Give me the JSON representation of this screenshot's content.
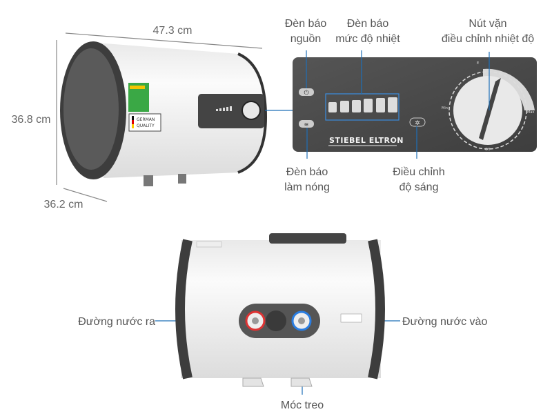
{
  "dimensions": {
    "width": "47.3 cm",
    "height": "36.8 cm",
    "depth": "36.2 cm"
  },
  "callouts": {
    "power_light": [
      "Đèn báo",
      "nguồn"
    ],
    "temp_level_light": [
      "Đèn báo",
      "mức độ nhiệt"
    ],
    "temp_knob": [
      "Nút vặn",
      "điều chỉnh nhiệt độ"
    ],
    "heating_light": [
      "Đèn báo",
      "làm nóng"
    ],
    "brightness": [
      "Điều chỉnh",
      "độ sáng"
    ],
    "water_out": "Đường nước ra",
    "water_in": "Đường nước vào",
    "hanger": "Móc treo"
  },
  "panel": {
    "brand": "STIEBEL ELTRON",
    "knob_min": "Min",
    "knob_max": "Max",
    "knob_off": "Off",
    "knob_e": "E"
  },
  "sticker": {
    "line1": "GERMAN",
    "line2": "QUALITY"
  },
  "colors": {
    "callout_line": "#1e6fb8",
    "panel": "#4a4a4a",
    "body": "#f4f4f4",
    "rim": "#3a3a3a"
  }
}
